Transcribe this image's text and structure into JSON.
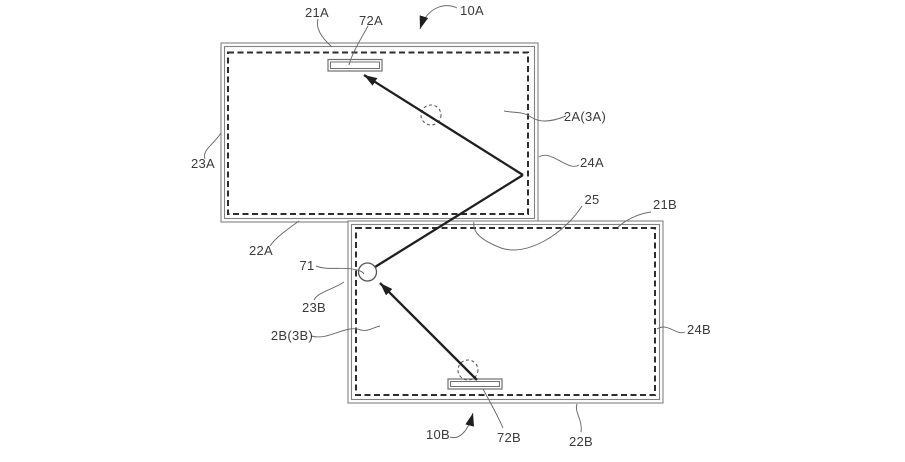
{
  "figure": {
    "type": "patent-line-drawing",
    "description_labels_only": true,
    "colors": {
      "background": "#ffffff",
      "panel_border": "#828282",
      "dashed_display_edge": "#2d2d2d",
      "light_ray": "#1f1f1f",
      "leader_line": "#6a6a6a",
      "label_text": "#3a3a3a"
    },
    "labels": {
      "r21A": "21A",
      "r72A": "72A",
      "r10A": "10A",
      "r2A3A": "2A(3A)",
      "r24A": "24A",
      "r23A": "23A",
      "r22A": "22A",
      "r25": "25",
      "r21B": "21B",
      "r71": "71",
      "r23B": "23B",
      "r2B3B": "2B(3B)",
      "r24B": "24B",
      "r10B": "10B",
      "r72B": "72B",
      "r22B": "22B"
    }
  }
}
